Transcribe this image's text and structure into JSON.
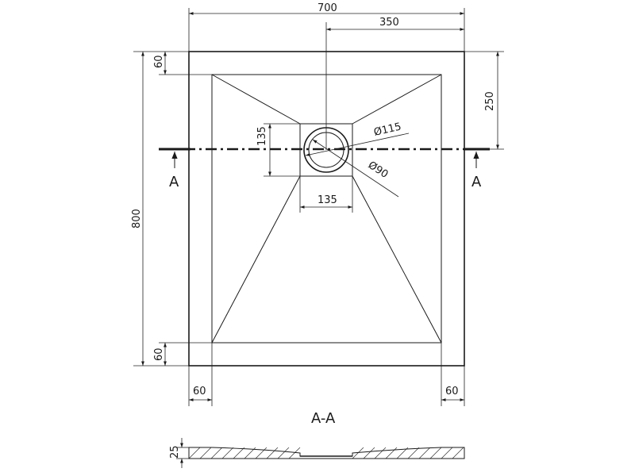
{
  "dimensions": {
    "overall_width": "700",
    "half_width": "350",
    "overall_length": "800",
    "top_border": "60",
    "bottom_border": "60",
    "left_border": "60",
    "right_border": "60",
    "drain_offset": "250",
    "drain_height": "135",
    "drain_width": "135",
    "outer_diameter": "Ø115",
    "inner_diameter": "Ø90",
    "thickness": "25"
  },
  "section": {
    "left_marker": "A",
    "right_marker": "A",
    "title": "A-A"
  },
  "colors": {
    "line": "#1a1a1a",
    "background": "#ffffff"
  }
}
